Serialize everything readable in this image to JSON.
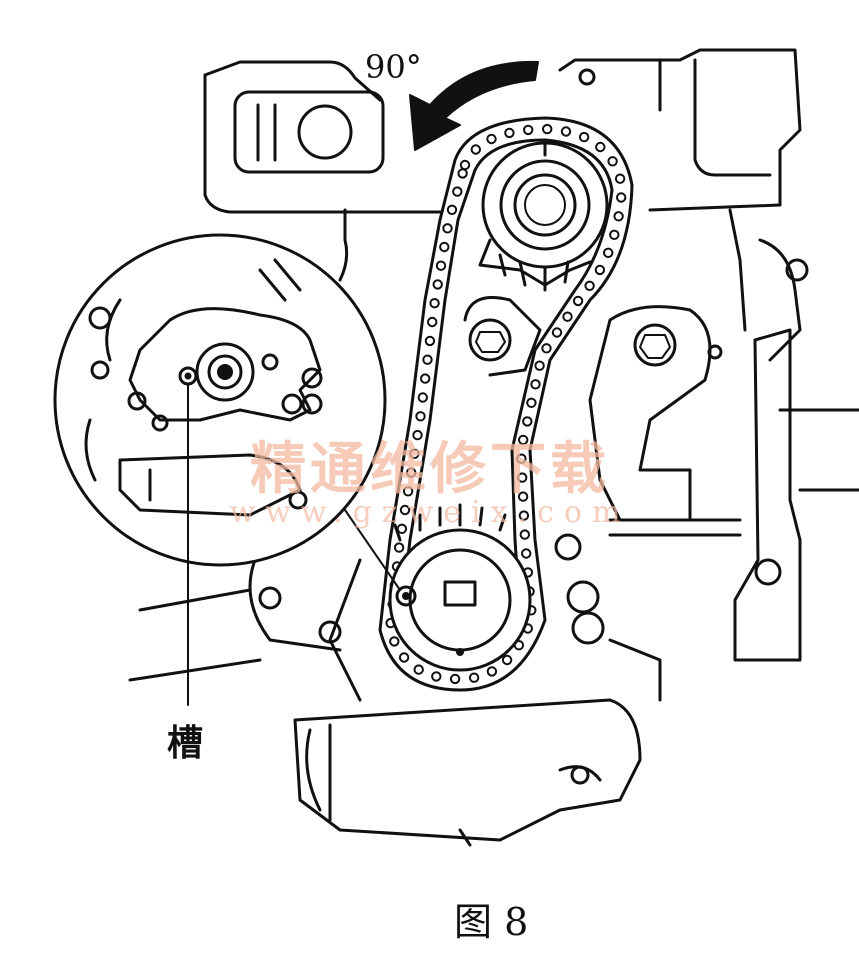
{
  "figure": {
    "rotation_label": "90°",
    "groove_label": "槽",
    "caption": "图 8",
    "watermark_title": "精通维修下载",
    "watermark_url": "www.gzweix.com"
  }
}
